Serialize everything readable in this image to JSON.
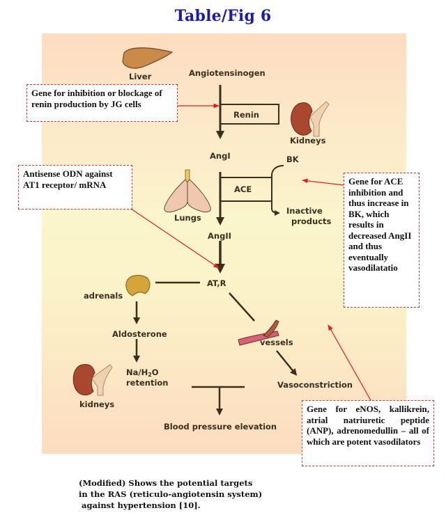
{
  "title": "Table/Fig 6",
  "colors": {
    "title": "#1a1ab0",
    "annotation_border": "#e03030",
    "annotation_arrow": "#e81b1b",
    "pathway_line": "#3b2f1c",
    "panel_top": "#fddcc0",
    "panel_middle": "#fbf5cc"
  },
  "organs": {
    "liver": "Liver",
    "kidneys_top": "Kidneys",
    "lungs": "Lungs",
    "adrenals": "adrenals",
    "vessels": "vessels",
    "kidneys_bottom": "kidneys"
  },
  "pathway": {
    "angiotensinogen": "Angiotensinogen",
    "renin": "Renin",
    "ang1": "AngI",
    "bk": "BK",
    "ace": "ACE",
    "inactive_products_line1": "Inactive",
    "inactive_products_line2": "products",
    "ang2": "AngII",
    "receptor": "AT,R",
    "aldosterone": "Aldosterone",
    "retention_prefix": "Na/H",
    "retention_sub": "2",
    "retention_suffix": "O",
    "retention_line2": "retention",
    "vasoconstriction": "Vasoconstriction",
    "bp_elevation": "Blood pressure elevation"
  },
  "annotations": [
    {
      "id": "renin-gene",
      "text": "Gene for inhibition or blockage of renin production by JG cells"
    },
    {
      "id": "antisense-odn",
      "text": "Antisense ODN against AT1 receptor/ mRNA"
    },
    {
      "id": "ace-gene",
      "text": "Gene for ACE inhibition and thus increase in BK, which results in decreased AngII and thus eventually vasodilatatio"
    },
    {
      "id": "vasodilator-genes",
      "text": "Gene for eNOS, kallikrein, atrial natriuretic peptide (ANP), adrenomedullin – all of which are potent vasodilators"
    }
  ],
  "caption": "(Modified) Shows the potential targets\nin the RAS (reticulo-angiotensin system)\n against hypertension [10]."
}
